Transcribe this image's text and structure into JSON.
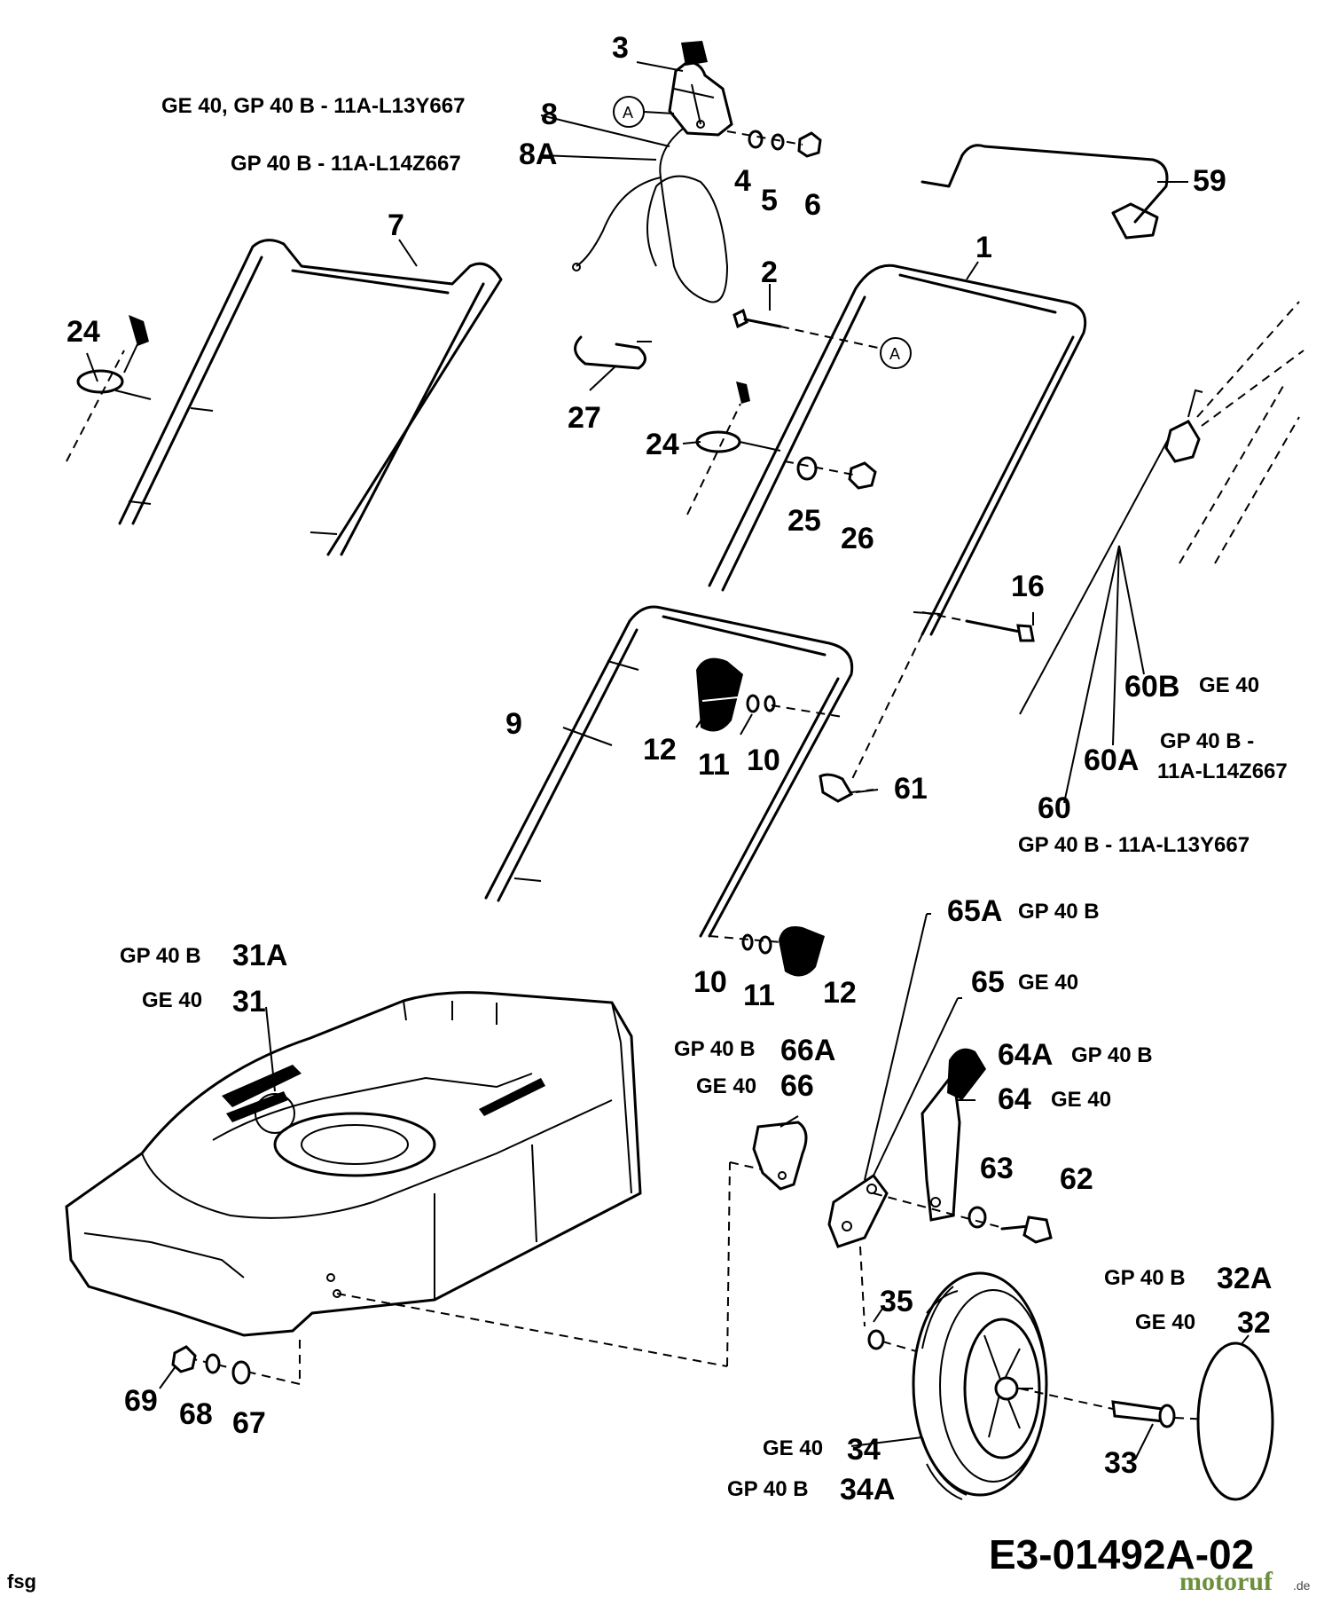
{
  "diagram_code": "E3-01492A-02",
  "footer_left": "fsg",
  "watermark": {
    "brand_main": "motoruf",
    "brand_suffix": ".de"
  },
  "connector_letter": "A",
  "labels": {
    "p1": "1",
    "p2": "2",
    "p3": "3",
    "p4": "4",
    "p5": "5",
    "p6": "6",
    "p7": "7",
    "p8": "8",
    "p8A": "8A",
    "p9": "9",
    "p10a": "10",
    "p11a": "11",
    "p12a": "12",
    "p10b": "10",
    "p11b": "11",
    "p12b": "12",
    "p16": "16",
    "p24a": "24",
    "p24b": "24",
    "p25": "25",
    "p26": "26",
    "p27": "27",
    "p31": "31",
    "p31A": "31A",
    "p32": "32",
    "p32A": "32A",
    "p33": "33",
    "p34": "34",
    "p34A": "34A",
    "p35": "35",
    "p59": "59",
    "p60": "60",
    "p60A": "60A",
    "p60B": "60B",
    "p61": "61",
    "p62": "62",
    "p63": "63",
    "p64": "64",
    "p64A": "64A",
    "p65": "65",
    "p65A": "65A",
    "p66": "66",
    "p66A": "66A",
    "p67": "67",
    "p68": "68",
    "p69": "69"
  },
  "variants": {
    "v8": "GE 40, GP 40 B - 11A-L13Y667",
    "v8A": "GP 40 B - 11A-L14Z667",
    "v60B": "GE 40",
    "v60A_1": "GP 40 B -",
    "v60A_2": "11A-L14Z667",
    "v60": "GP 40 B - 11A-L13Y667",
    "v31A": "GP 40 B",
    "v31": "GE 40",
    "v65A": "GP 40 B",
    "v65": "GE 40",
    "v66A": "GP 40 B",
    "v66": "GE 40",
    "v64A": "GP 40 B",
    "v64": "GE 40",
    "v32A": "GP 40 B",
    "v32": "GE 40",
    "v34": "GE 40",
    "v34A": "GP 40 B"
  }
}
